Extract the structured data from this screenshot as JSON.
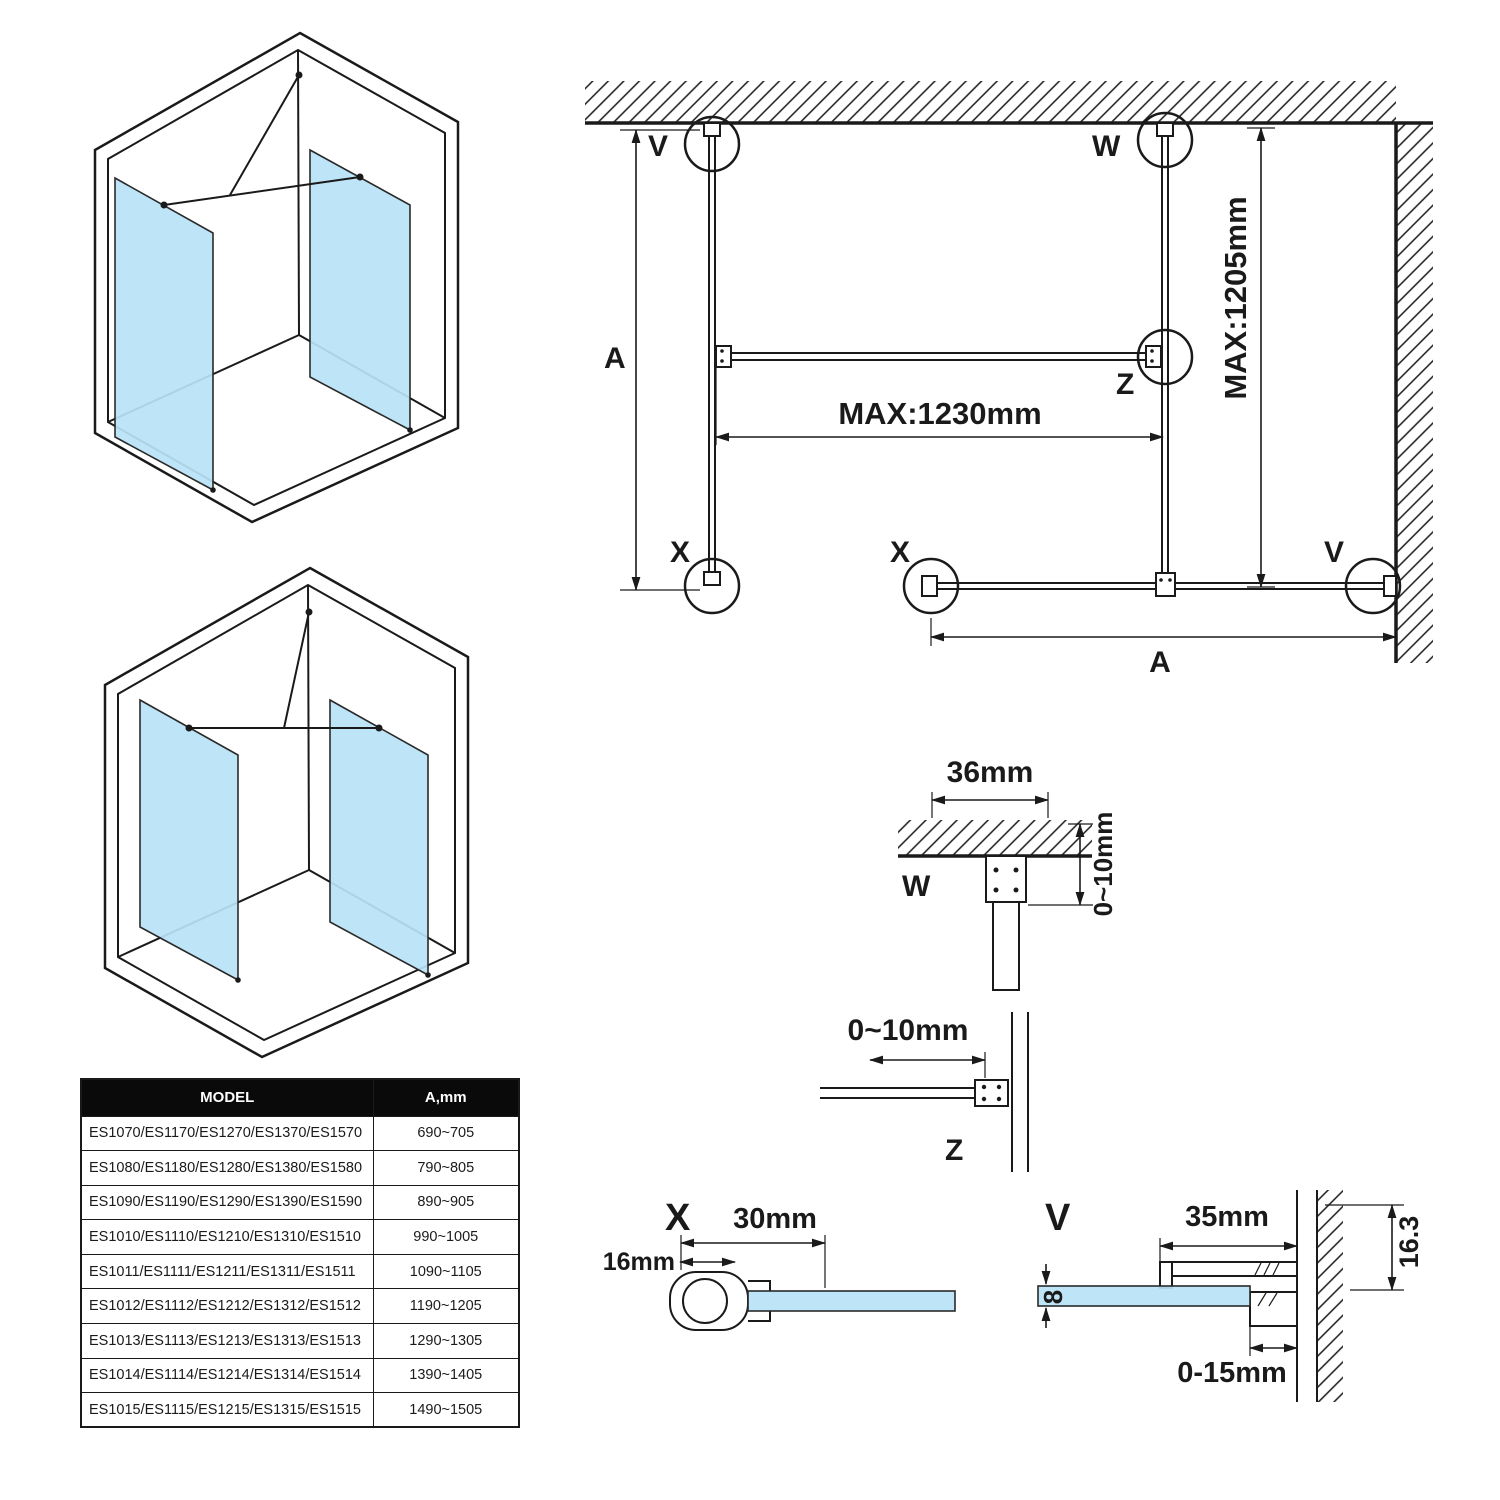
{
  "colors": {
    "glass": "#b9e2f6",
    "line": "#1a1a1a",
    "table_header_bg": "#0a0a0a",
    "table_header_text": "#ffffff"
  },
  "plan": {
    "label_v_top": "V",
    "label_w_top": "W",
    "label_z": "Z",
    "label_x_left": "X",
    "label_x_bottom": "X",
    "label_v_right": "V",
    "dim_a_left": "A",
    "dim_a_bottom": "A",
    "dim_max_width": "MAX:1230mm",
    "dim_max_height": "MAX:1205mm"
  },
  "detail_w": {
    "label": "W",
    "dim_width": "36mm",
    "dim_gap": "0~10mm"
  },
  "detail_z": {
    "label": "Z",
    "dim_gap": "0~10mm"
  },
  "detail_x": {
    "label": "X",
    "dim_width": "30mm",
    "dim_offset": "16mm"
  },
  "detail_v": {
    "label": "V",
    "dim_width": "35mm",
    "dim_depth": "16.3",
    "dim_glass_thickness": "8",
    "dim_adjust": "0-15mm"
  },
  "table": {
    "headers": [
      "MODEL",
      "A,mm"
    ],
    "rows": [
      {
        "model": "ES1070/ES1170/ES1270/ES1370/ES1570",
        "a": "690~705"
      },
      {
        "model": "ES1080/ES1180/ES1280/ES1380/ES1580",
        "a": "790~805"
      },
      {
        "model": "ES1090/ES1190/ES1290/ES1390/ES1590",
        "a": "890~905"
      },
      {
        "model": "ES1010/ES1110/ES1210/ES1310/ES1510",
        "a": "990~1005"
      },
      {
        "model": "ES1011/ES1111/ES1211/ES1311/ES1511",
        "a": "1090~1105"
      },
      {
        "model": "ES1012/ES1112/ES1212/ES1312/ES1512",
        "a": "1190~1205"
      },
      {
        "model": "ES1013/ES1113/ES1213/ES1313/ES1513",
        "a": "1290~1305"
      },
      {
        "model": "ES1014/ES1114/ES1214/ES1314/ES1514",
        "a": "1390~1405"
      },
      {
        "model": "ES1015/ES1115/ES1215/ES1315/ES1515",
        "a": "1490~1505"
      }
    ]
  }
}
